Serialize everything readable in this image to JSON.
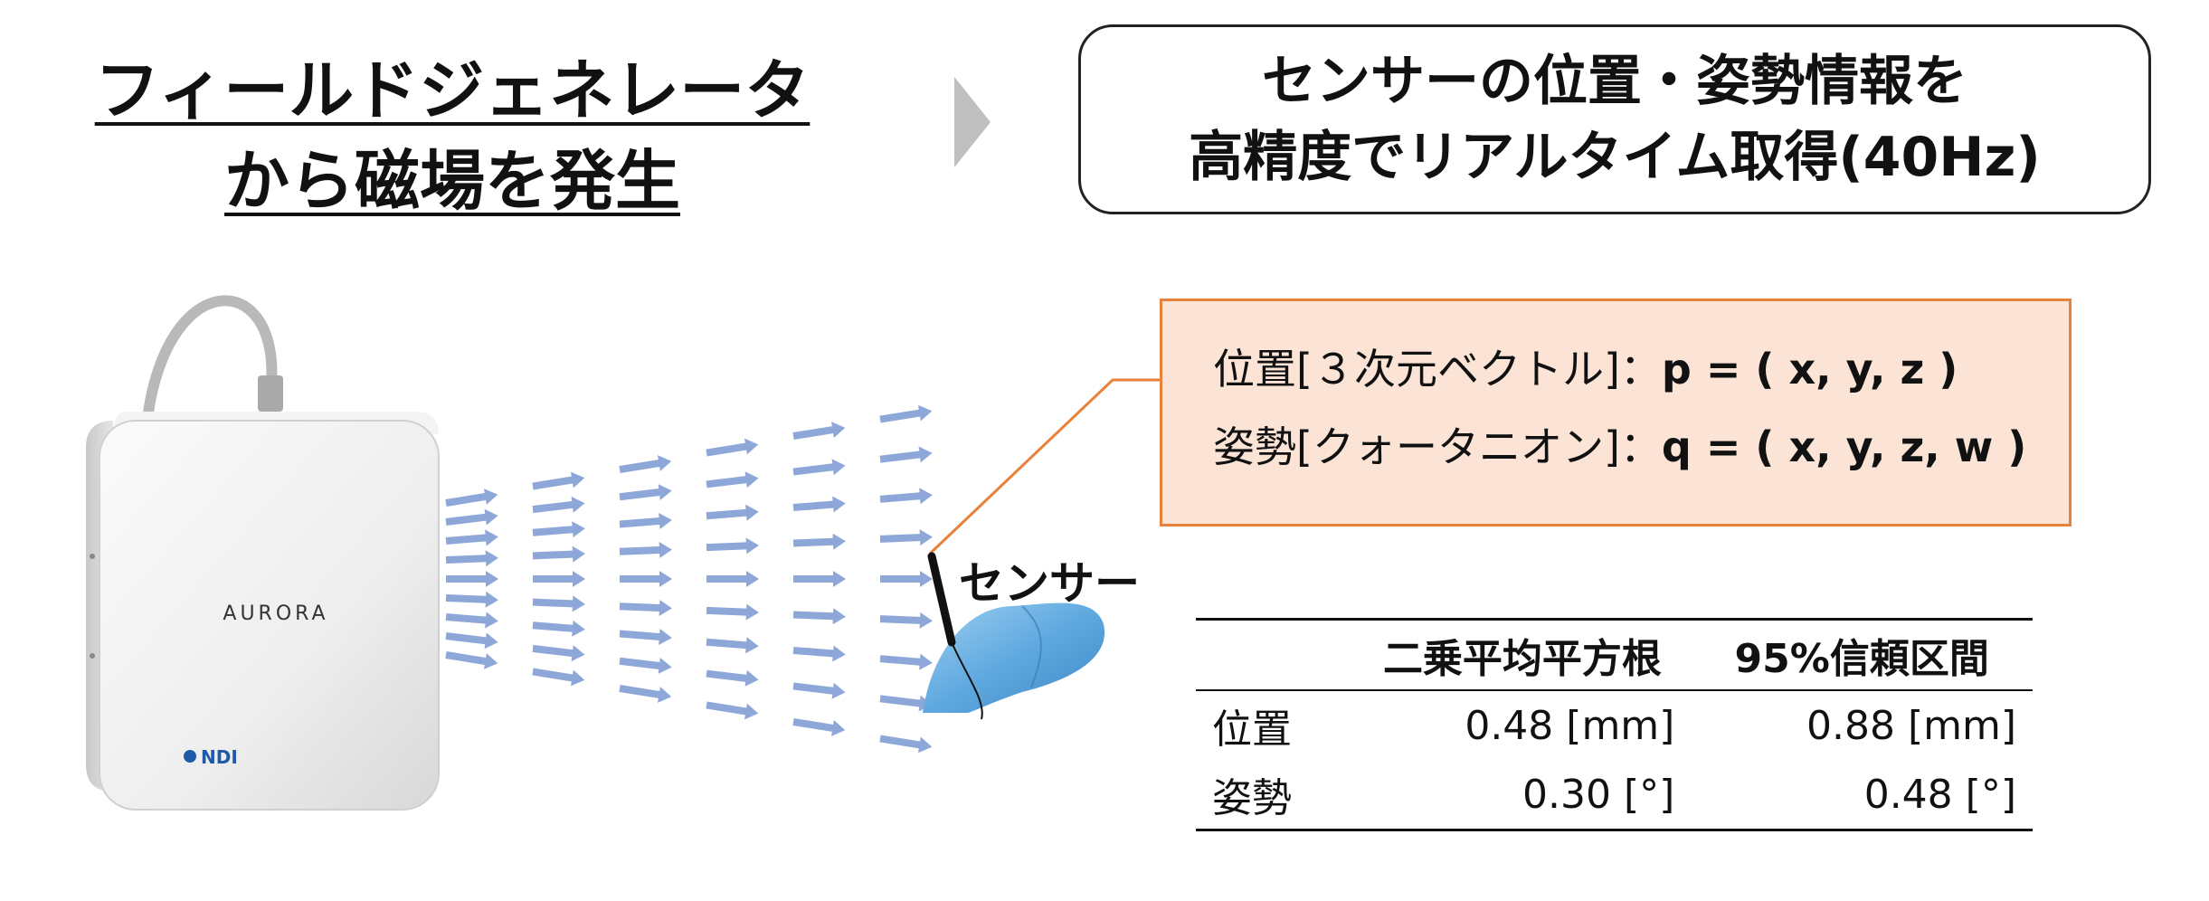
{
  "left_title": {
    "line1": "フィールドジェネレータ",
    "line2": "から磁場を発生"
  },
  "right_title": {
    "line1": "センサーの位置・姿勢情報を",
    "line2": "高精度でリアルタイム取得(40Hz)"
  },
  "device": {
    "brand": "AURORA",
    "maker": "NDI"
  },
  "formula": {
    "position_label": "位置[３次元ベクトル]：",
    "position_eq": "p = ( x, y, z )",
    "orientation_label": "姿勢[クォータニオン]：",
    "orientation_eq": "q = ( x, y, z, w )"
  },
  "sensor_label": "センサー",
  "accuracy_table": {
    "headers": [
      "",
      "二乗平均平方根",
      "95%信頼区間"
    ],
    "rows": [
      {
        "label": "位置",
        "rms": "0.48 [mm]",
        "ci95": "0.88 [mm]"
      },
      {
        "label": "姿勢",
        "rms": "0.30 [°]",
        "ci95": "0.48 [°]"
      }
    ]
  },
  "colors": {
    "arrow": "#8ea7d9",
    "info_fill": "#fbe4d6",
    "info_border": "#e8823a",
    "glove": "#6bb4e8",
    "chevron": "#bfbfbf"
  }
}
